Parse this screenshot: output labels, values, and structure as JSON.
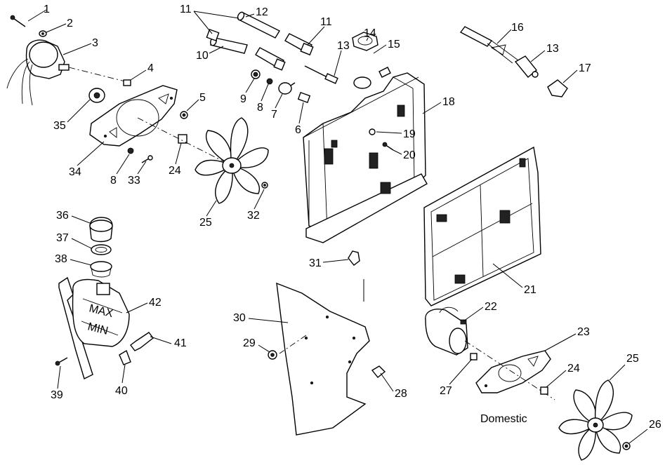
{
  "callouts": [
    {
      "n": "1"
    },
    {
      "n": "2"
    },
    {
      "n": "3"
    },
    {
      "n": "4"
    },
    {
      "n": "5"
    },
    {
      "n": "6"
    },
    {
      "n": "7"
    },
    {
      "n": "8"
    },
    {
      "n": "8"
    },
    {
      "n": "9"
    },
    {
      "n": "10"
    },
    {
      "n": "11"
    },
    {
      "n": "11"
    },
    {
      "n": "12"
    },
    {
      "n": "13"
    },
    {
      "n": "13"
    },
    {
      "n": "14"
    },
    {
      "n": "15"
    },
    {
      "n": "16"
    },
    {
      "n": "17"
    },
    {
      "n": "18"
    },
    {
      "n": "19"
    },
    {
      "n": "20"
    },
    {
      "n": "21"
    },
    {
      "n": "22"
    },
    {
      "n": "23"
    },
    {
      "n": "24"
    },
    {
      "n": "24"
    },
    {
      "n": "25"
    },
    {
      "n": "25"
    },
    {
      "n": "26"
    },
    {
      "n": "27"
    },
    {
      "n": "28"
    },
    {
      "n": "29"
    },
    {
      "n": "30"
    },
    {
      "n": "31"
    },
    {
      "n": "32"
    },
    {
      "n": "33"
    },
    {
      "n": "34"
    },
    {
      "n": "35"
    },
    {
      "n": "36"
    },
    {
      "n": "37"
    },
    {
      "n": "38"
    },
    {
      "n": "39"
    },
    {
      "n": "40"
    },
    {
      "n": "41"
    },
    {
      "n": "42"
    }
  ],
  "captions": {
    "domestic": "Domestic"
  },
  "bottle_labels": {
    "max": "MAX",
    "min": "MIN"
  }
}
